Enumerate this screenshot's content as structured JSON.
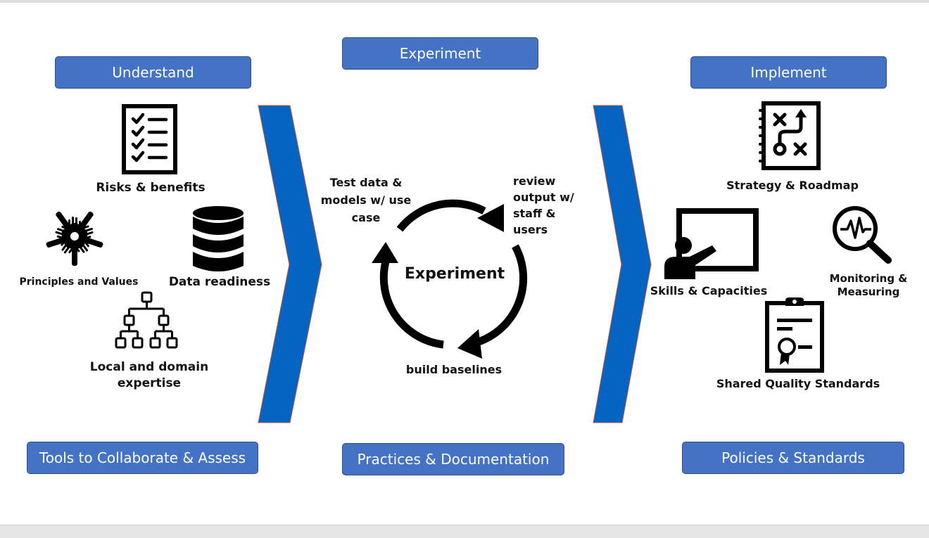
{
  "phases": {
    "understand": "Understand",
    "experiment": "Experiment",
    "implement": "Implement"
  },
  "footers": {
    "tools": "Tools to Collaborate & Assess",
    "practices": "Practices & Documentation",
    "policies": "Policies & Standards"
  },
  "understand_items": {
    "risks": "Risks & benefits",
    "principles": "Principles and Values",
    "data": "Data readiness",
    "expertise_line1": "Local and domain",
    "expertise_line2": "expertise"
  },
  "experiment_cycle": {
    "center": "Experiment",
    "test_line1": "Test data &",
    "test_line2": "models w/ use",
    "test_line3": "case",
    "review_line1": "review",
    "review_line2": "output w/",
    "review_line3": "staff &",
    "review_line4": "users",
    "baselines": "build baselines"
  },
  "implement_items": {
    "strategy": "Strategy & Roadmap",
    "skills": "Skills & Capacities",
    "monitoring_line1": "Monitoring &",
    "monitoring_line2": "Measuring",
    "quality": "Shared Quality Standards"
  },
  "colors": {
    "pill_fill": "#4472c4",
    "chevron": "#0563c1",
    "icon": "#000000"
  }
}
